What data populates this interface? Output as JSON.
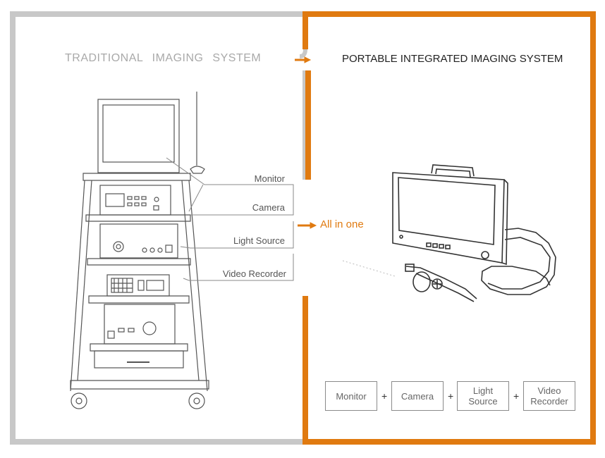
{
  "left_panel": {
    "title": "TRADITIONAL   IMAGING   SYSTEM",
    "labels": {
      "monitor": "Monitor",
      "camera": "Camera",
      "light_source": "Light Source",
      "video_recorder": "Video Recorder"
    }
  },
  "right_panel": {
    "title": "PORTABLE INTEGRATED IMAGING SYSTEM",
    "all_in_one": "All in one",
    "components": [
      "Monitor",
      "Camera",
      "Light Source",
      "Video Recorder"
    ],
    "plus_sign": "+"
  },
  "colors": {
    "left_frame": "#c8c8c8",
    "right_frame": "#e07a10",
    "arrow": "#e07a10",
    "line_art": "#555555"
  }
}
